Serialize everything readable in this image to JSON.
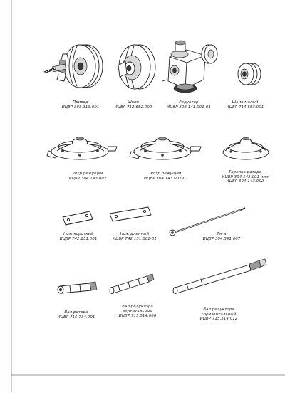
{
  "parts": [
    {
      "name": "Привод",
      "code": "ИЦВР 303.313.001"
    },
    {
      "name": "Шкив",
      "code": "ИЦВР 712.652.002"
    },
    {
      "name": "Редуктор",
      "code": "ИЦВР 303.141.001-01"
    },
    {
      "name": "Шкив малый",
      "code": "ИЦВР 714.653.001"
    },
    {
      "name": "Ротр режущий",
      "code": "ИЦВР 304.143.002"
    },
    {
      "name": "Ротр режущий",
      "code": "ИЦВР 304.143.002-01"
    },
    {
      "name": "Тарелка ротора",
      "code": "ИЦВР 304.143.001 или",
      "code2": "ИЦВР 304.143.002"
    },
    {
      "name": "Нож короткий",
      "code": "ИЦВР 742.151.001"
    },
    {
      "name": "Нож длинный",
      "code": "ИЦВР 742.151.001-01"
    },
    {
      "name": "Тяга",
      "code": "ИЦВР 304.591.007"
    },
    {
      "name": "Вал ротора",
      "code": "ИЦВР 715.734.001"
    },
    {
      "name": "Вал редуктора",
      "name2": "вертикальный",
      "code": "ИЦВР 715.514.006"
    },
    {
      "name": "Вал редуктора",
      "name2": "горизонтальный",
      "code": "ИЦВР 715.514.012"
    }
  ]
}
